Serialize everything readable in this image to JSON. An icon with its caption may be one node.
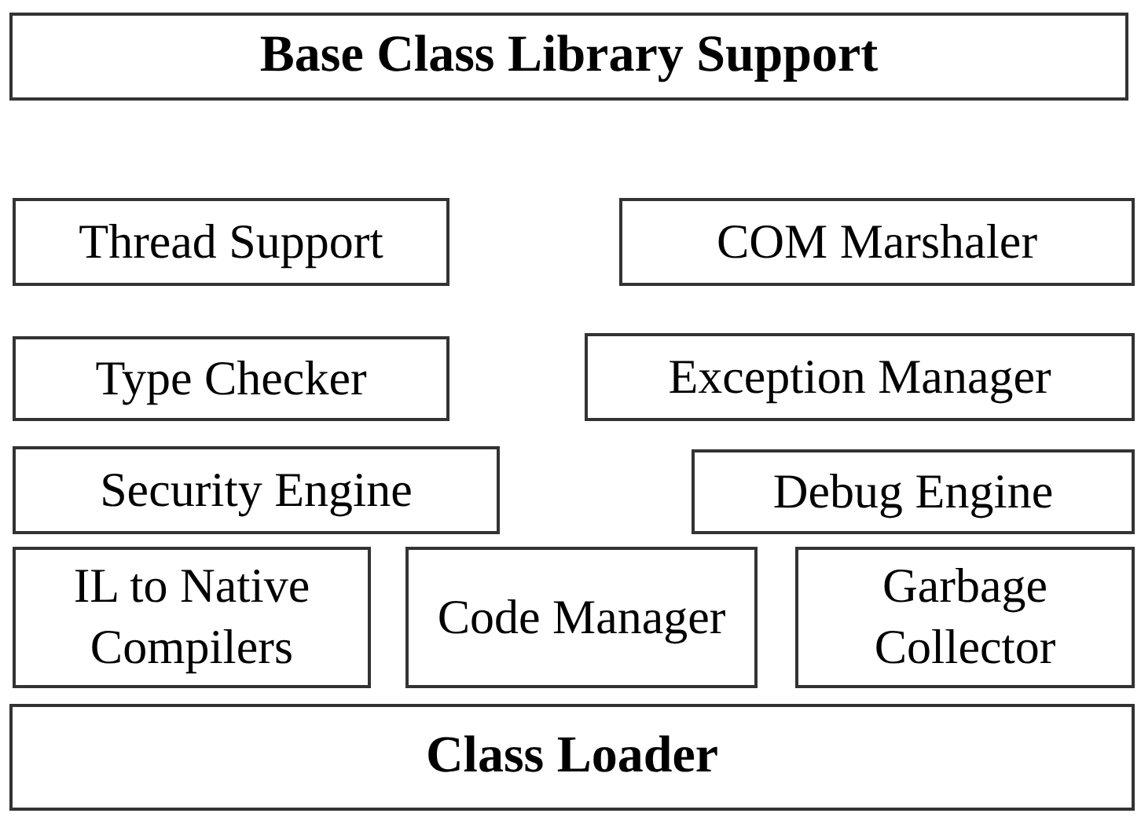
{
  "diagram": {
    "nodes": [
      {
        "text": [
          "Base Class Library Support"
        ]
      },
      {
        "text": [
          "Thread Support"
        ]
      },
      {
        "text": [
          "COM Marshaler"
        ]
      },
      {
        "text": [
          "Type Checker"
        ]
      },
      {
        "text": [
          "Exception Manager"
        ]
      },
      {
        "text": [
          "Security Engine"
        ]
      },
      {
        "text": [
          "Debug Engine"
        ]
      },
      {
        "text": [
          "IL to Native Compilers"
        ]
      },
      {
        "text": [
          "Code Manager"
        ]
      },
      {
        "text": [
          "Garbage Collector"
        ]
      },
      {
        "text": [
          "Class Loader"
        ]
      }
    ]
  }
}
